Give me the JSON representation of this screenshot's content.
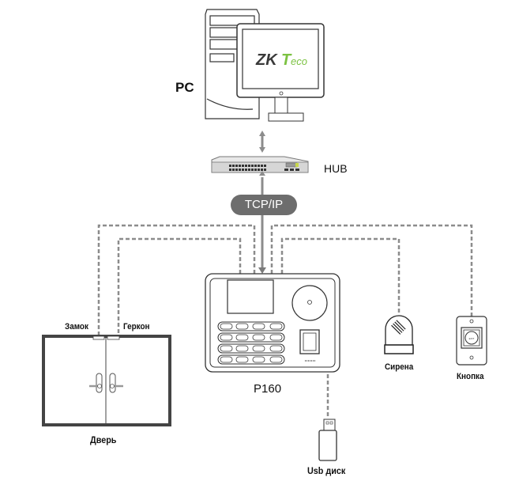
{
  "labels": {
    "pc": "PC",
    "hub": "HUB",
    "protocol": "TCP/IP",
    "device_model": "P160",
    "lock": "Замок",
    "door_sensor": "Геркон",
    "door": "Дверь",
    "siren": "Сирена",
    "exit_button": "Кнопка",
    "usb": "Usb диск",
    "logo_zk": "ZK",
    "logo_t": "T",
    "logo_eco": "eco",
    "exit_button_text": "EXIT"
  },
  "colors": {
    "line": "#8c8c8c",
    "outline": "#333333",
    "pill": "#6d6d6d",
    "logo_dark": "#3a3a3a",
    "logo_green": "#7cc242",
    "door_frame": "#444444"
  },
  "components": [
    "PC",
    "HUB",
    "P160",
    "Замок",
    "Геркон",
    "Дверь",
    "Сирена",
    "Кнопка",
    "Usb диск"
  ],
  "connections": [
    {
      "from": "PC",
      "to": "HUB",
      "type": "bidirectional"
    },
    {
      "from": "HUB",
      "to": "P160",
      "type": "TCP/IP"
    },
    {
      "from": "P160",
      "to": "Замок",
      "type": "wired"
    },
    {
      "from": "P160",
      "to": "Геркон",
      "type": "wired"
    },
    {
      "from": "P160",
      "to": "Сирена",
      "type": "wired"
    },
    {
      "from": "P160",
      "to": "Кнопка",
      "type": "wired"
    },
    {
      "from": "P160",
      "to": "Usb диск",
      "type": "usb"
    }
  ]
}
